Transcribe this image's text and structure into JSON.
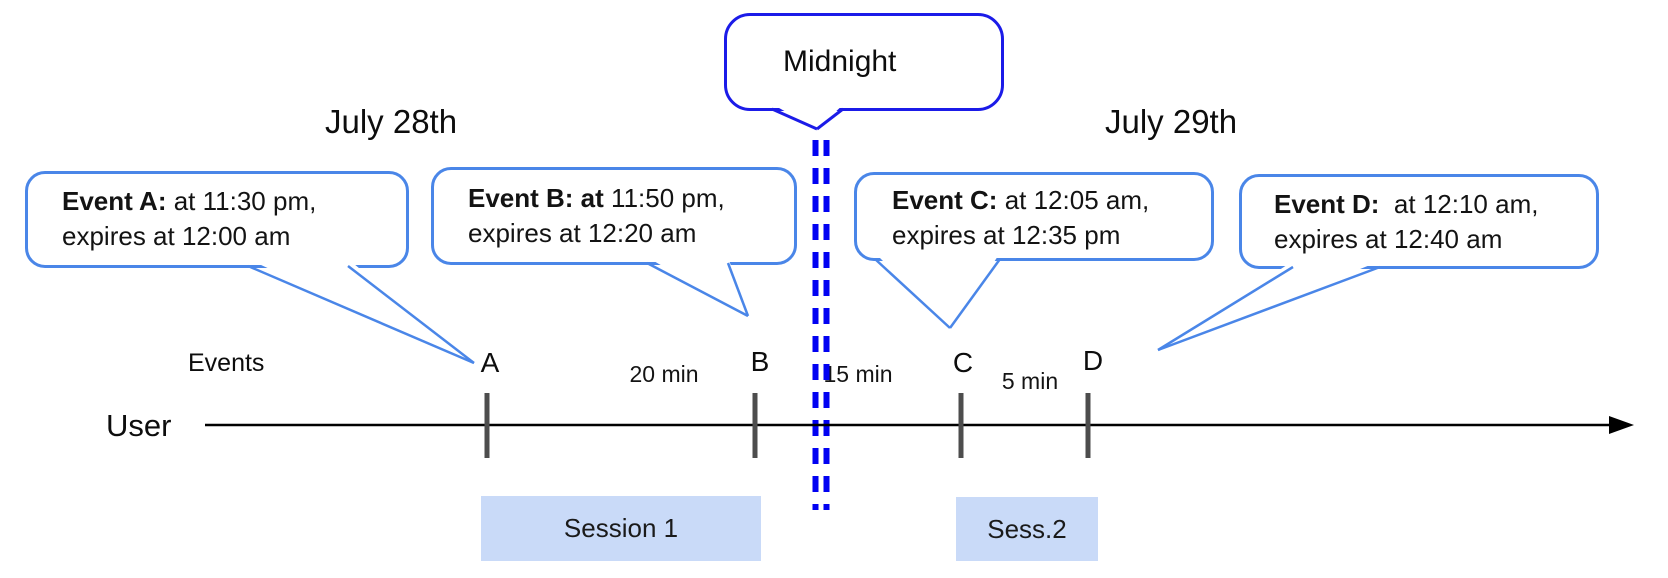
{
  "colors": {
    "event_callout_border": "#4a86e8",
    "midnight_border": "#1b1be8",
    "midnight_dashed_line": "#0202f2",
    "session_fill": "#c9daf8",
    "tick_mark": "#4d4d4d",
    "timeline": "#000000"
  },
  "dates": {
    "left": "July 28th",
    "right": "July 29th"
  },
  "midnight_callout": {
    "label": "Midnight"
  },
  "event_callouts": [
    {
      "id": "A",
      "bold": "Event A:",
      "rest": " at 11:30 pm,",
      "line2": "expires at 12:00 am"
    },
    {
      "id": "B",
      "bold": "Event B: at",
      "rest": " 11:50 pm,",
      "line2": "expires at 12:20 am"
    },
    {
      "id": "C",
      "bold": "Event C:",
      "rest": " at 12:05 am,",
      "line2": "expires at 12:35 pm"
    },
    {
      "id": "D",
      "bold": "Event D:",
      "rest": "  at 12:10 am,",
      "line2": "expires at 12:40 am"
    }
  ],
  "axis": {
    "events_label": "Events",
    "user_label": "User",
    "marks": [
      "A",
      "B",
      "C",
      "D"
    ],
    "intervals": [
      "20 min",
      "15 min",
      "5 min"
    ]
  },
  "sessions": [
    {
      "label": "Session 1"
    },
    {
      "label": "Sess.2"
    }
  ]
}
